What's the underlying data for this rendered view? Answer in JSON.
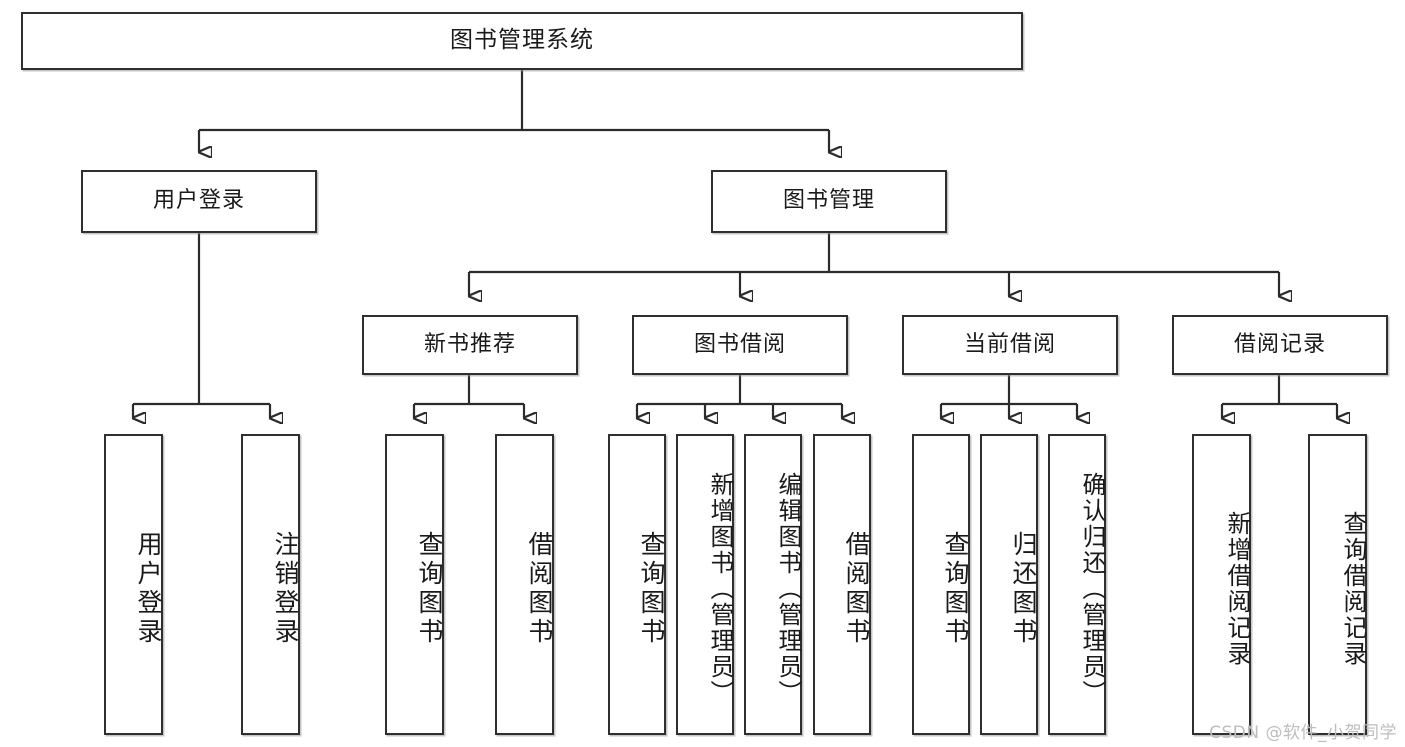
{
  "diagram": {
    "title": "图书管理系统",
    "type": "functional-structure-tree",
    "watermark": "CSDN @软件_小贺同学",
    "accent_color": "#2f2f2f",
    "background_color": "#ffffff",
    "levels": {
      "root": {
        "label": "图书管理系统"
      },
      "level2": [
        {
          "id": "user-login",
          "label": "用户登录"
        },
        {
          "id": "book-management",
          "label": "图书管理"
        }
      ],
      "level3": [
        {
          "id": "new-book-recommend",
          "label": "新书推荐",
          "parent": "book-management"
        },
        {
          "id": "book-borrow",
          "label": "图书借阅",
          "parent": "book-management"
        },
        {
          "id": "current-borrow",
          "label": "当前借阅",
          "parent": "book-management"
        },
        {
          "id": "borrow-record",
          "label": "借阅记录",
          "parent": "book-management"
        }
      ],
      "leaves": [
        {
          "id": "leaf-user-login",
          "label": "用户登录",
          "parent": "user-login"
        },
        {
          "id": "leaf-user-logout",
          "label": "注销登录",
          "parent": "user-login"
        },
        {
          "id": "leaf-query-book-1",
          "label": "查询图书",
          "parent": "new-book-recommend"
        },
        {
          "id": "leaf-borrow-book-1",
          "label": "借阅图书",
          "parent": "new-book-recommend"
        },
        {
          "id": "leaf-query-book-2",
          "label": "查询图书",
          "parent": "book-borrow"
        },
        {
          "id": "leaf-add-book",
          "label": "新增图书（管理员）",
          "parent": "book-borrow"
        },
        {
          "id": "leaf-edit-book",
          "label": "编辑图书（管理员）",
          "parent": "book-borrow"
        },
        {
          "id": "leaf-borrow-book-2",
          "label": "借阅图书",
          "parent": "book-borrow"
        },
        {
          "id": "leaf-query-book-3",
          "label": "查询图书",
          "parent": "current-borrow"
        },
        {
          "id": "leaf-return-book",
          "label": "归还图书",
          "parent": "current-borrow"
        },
        {
          "id": "leaf-confirm-return",
          "label": "确认归还（管理员）",
          "parent": "current-borrow"
        },
        {
          "id": "leaf-add-record",
          "label": "新增借阅记录",
          "parent": "borrow-record"
        },
        {
          "id": "leaf-query-record",
          "label": "查询借阅记录",
          "parent": "borrow-record"
        }
      ]
    }
  }
}
